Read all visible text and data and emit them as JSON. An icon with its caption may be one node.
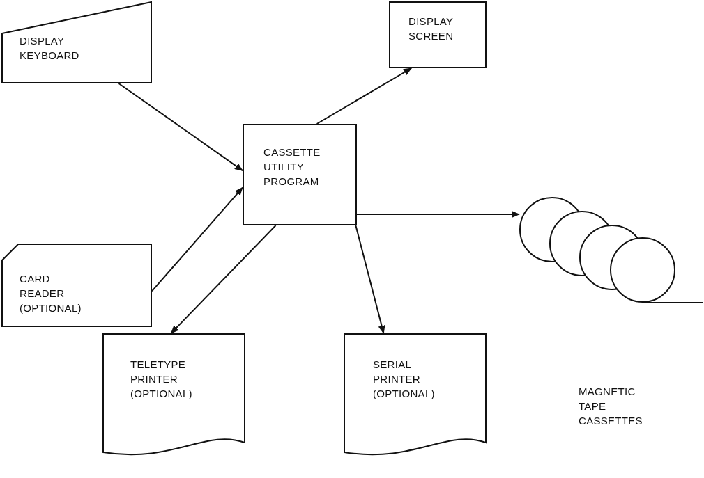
{
  "diagram": {
    "nodes": [
      {
        "text": [
          "DISPLAY KEYBOARD"
        ]
      },
      {
        "text": [
          "DISPLAY SCREEN"
        ]
      },
      {
        "text": [
          "CASSETTE UTILITY PROGRAM"
        ]
      },
      {
        "text": [
          "CARD READER (OPTIONAL)"
        ]
      },
      {
        "text": [
          "MAGNETIC TAPE CASSETTES"
        ]
      },
      {
        "text": [
          "TELETYPE PRINTER (OPTIONAL)"
        ]
      },
      {
        "text": [
          "SERIAL PRINTER (OPTIONAL)"
        ]
      }
    ],
    "edges": [
      {
        "from": 0,
        "to": 2,
        "arrow": "to"
      },
      {
        "from": 2,
        "to": 1,
        "arrow": "to"
      },
      {
        "from": 3,
        "to": 2,
        "arrow": "to"
      },
      {
        "from": 2,
        "to": 4,
        "arrow": "to"
      },
      {
        "from": 2,
        "to": 5,
        "arrow": "to"
      },
      {
        "from": 2,
        "to": 6,
        "arrow": "to"
      }
    ]
  }
}
